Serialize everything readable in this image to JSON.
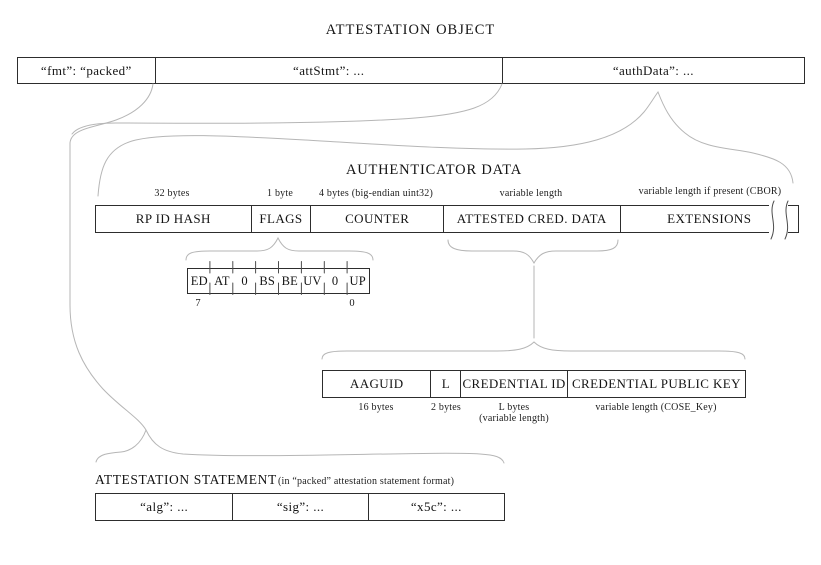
{
  "title": "ATTESTATION OBJECT",
  "attestation_object": {
    "cells": [
      {
        "label": "“fmt”: “packed”"
      },
      {
        "label": "“attStmt”: ..."
      },
      {
        "label": "“authData”: ..."
      }
    ]
  },
  "authenticator_data": {
    "title": "AUTHENTICATOR DATA",
    "fields": [
      {
        "label": "RP ID HASH",
        "size": "32 bytes"
      },
      {
        "label": "FLAGS",
        "size": "1 byte"
      },
      {
        "label": "COUNTER",
        "size": "4 bytes (big-endian uint32)"
      },
      {
        "label": "ATTESTED CRED. DATA",
        "size": "variable length"
      },
      {
        "label": "EXTENSIONS",
        "size": "variable length if present (CBOR)"
      }
    ]
  },
  "flags": {
    "bits": [
      "ED",
      "AT",
      "0",
      "BS",
      "BE",
      "UV",
      "0",
      "UP"
    ],
    "msb_index": "7",
    "lsb_index": "0"
  },
  "attested_credential_data": {
    "fields": [
      {
        "label": "AAGUID",
        "size": "16 bytes"
      },
      {
        "label": "L",
        "size": "2 bytes"
      },
      {
        "label": "CREDENTIAL ID",
        "size": "L bytes",
        "size_note": "(variable length)"
      },
      {
        "label": "CREDENTIAL PUBLIC KEY",
        "size": "variable length (COSE_Key)"
      }
    ]
  },
  "attestation_statement": {
    "title": "ATTESTATION STATEMENT",
    "subtitle": "(in “packed” attestation statement format)",
    "cells": [
      {
        "label": "“alg”: ..."
      },
      {
        "label": "“sig”: ..."
      },
      {
        "label": "“x5c”: ..."
      }
    ]
  },
  "colors": {
    "box_border": "#2d2d2d",
    "connector_line": "#b6b6b6",
    "text": "#141414"
  }
}
